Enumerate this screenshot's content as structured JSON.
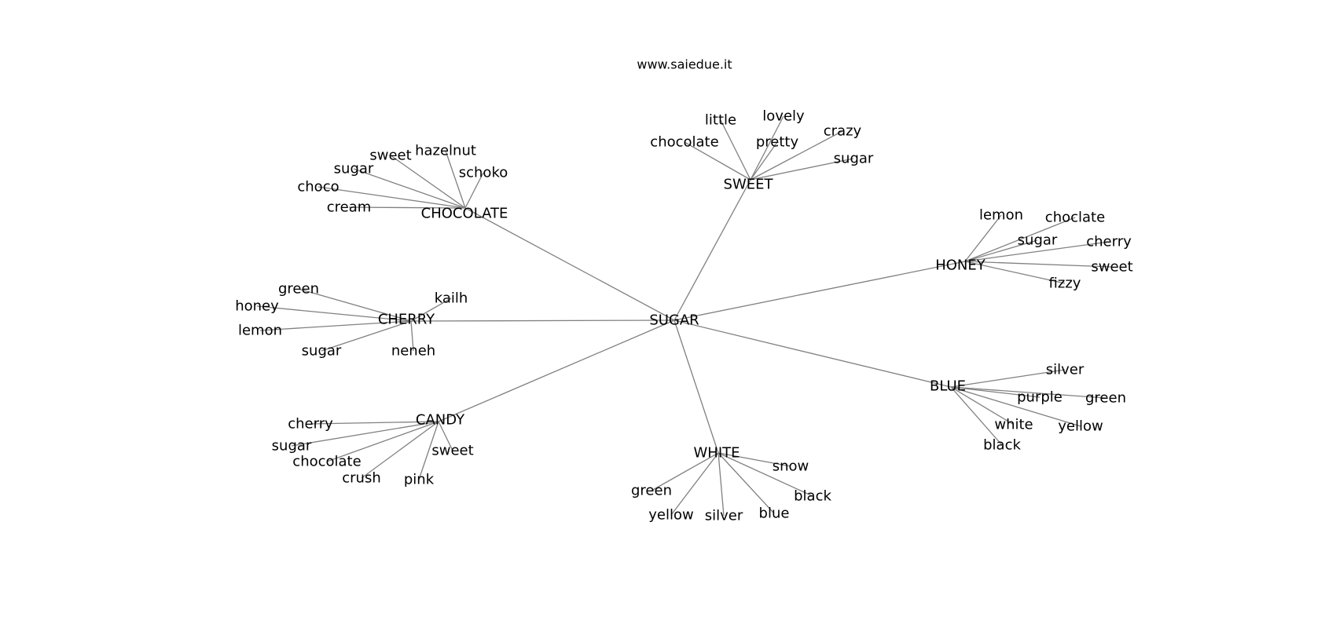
{
  "site": "www.saiedue.it",
  "colors": {
    "edge": "#808080",
    "text": "#000000",
    "background": "#ffffff"
  },
  "graph": {
    "center": "SUGAR",
    "hubs": [
      {
        "label": "SWEET",
        "leaves": [
          "little",
          "lovely",
          "chocolate",
          "pretty",
          "crazy",
          "sugar"
        ]
      },
      {
        "label": "CHOCOLATE",
        "leaves": [
          "hazelnut",
          "sweet",
          "sugar",
          "schoko",
          "choco",
          "cream"
        ]
      },
      {
        "label": "HONEY",
        "leaves": [
          "lemon",
          "choclate",
          "sugar",
          "cherry",
          "sweet",
          "fizzy"
        ]
      },
      {
        "label": "CHERRY",
        "leaves": [
          "green",
          "kailh",
          "honey",
          "lemon",
          "sugar",
          "neneh"
        ]
      },
      {
        "label": "BLUE",
        "leaves": [
          "silver",
          "purple",
          "green",
          "white",
          "yellow",
          "black"
        ]
      },
      {
        "label": "CANDY",
        "leaves": [
          "cherry",
          "sugar",
          "sweet",
          "chocolate",
          "crush",
          "pink"
        ]
      },
      {
        "label": "WHITE",
        "leaves": [
          "snow",
          "green",
          "black",
          "yellow",
          "silver",
          "blue"
        ]
      }
    ]
  }
}
